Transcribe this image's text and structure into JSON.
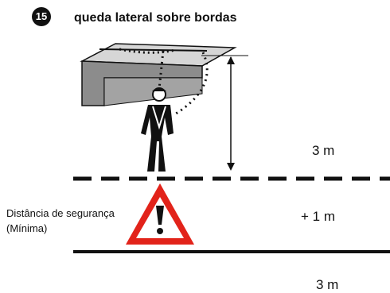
{
  "badge": {
    "number": "15"
  },
  "title": "queda lateral sobre bordas",
  "labels": {
    "fall_height": "3 m",
    "extra": "+ 1 m",
    "bottom": "3 m",
    "safety_distance_line1": "Distância de segurança",
    "safety_distance_line2": "(Mínima)"
  },
  "icons": [
    "number-badge-icon",
    "warning-triangle-icon",
    "worker-harness-icon",
    "roof-slab-icon",
    "height-arrow-icon"
  ],
  "colors": {
    "warning_red": "#e2231a",
    "ink": "#111111",
    "slab_gray": "#8c8c8c"
  }
}
